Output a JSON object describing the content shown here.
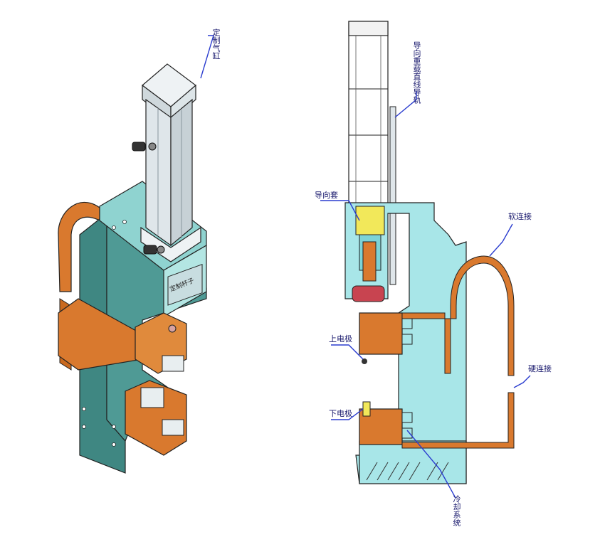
{
  "labels": {
    "cylinder": "定制气缸",
    "linear_guide": "导向重载直线导轨",
    "guide_sleeve": "导向套",
    "soft_connection": "软连接",
    "hard_connection": "硬连接",
    "upper_electrode": "上电极",
    "lower_electrode": "下电极",
    "cooling_system": "冷却系统",
    "side_plate": "定制杆子"
  },
  "colors": {
    "frame_teal": "#4f9a95",
    "frame_light": "#a8e6e8",
    "copper": "#d9792e",
    "cylinder_silver": "#dfe6ea",
    "outline": "#222222",
    "leader_blue": "#2a3ccf"
  }
}
